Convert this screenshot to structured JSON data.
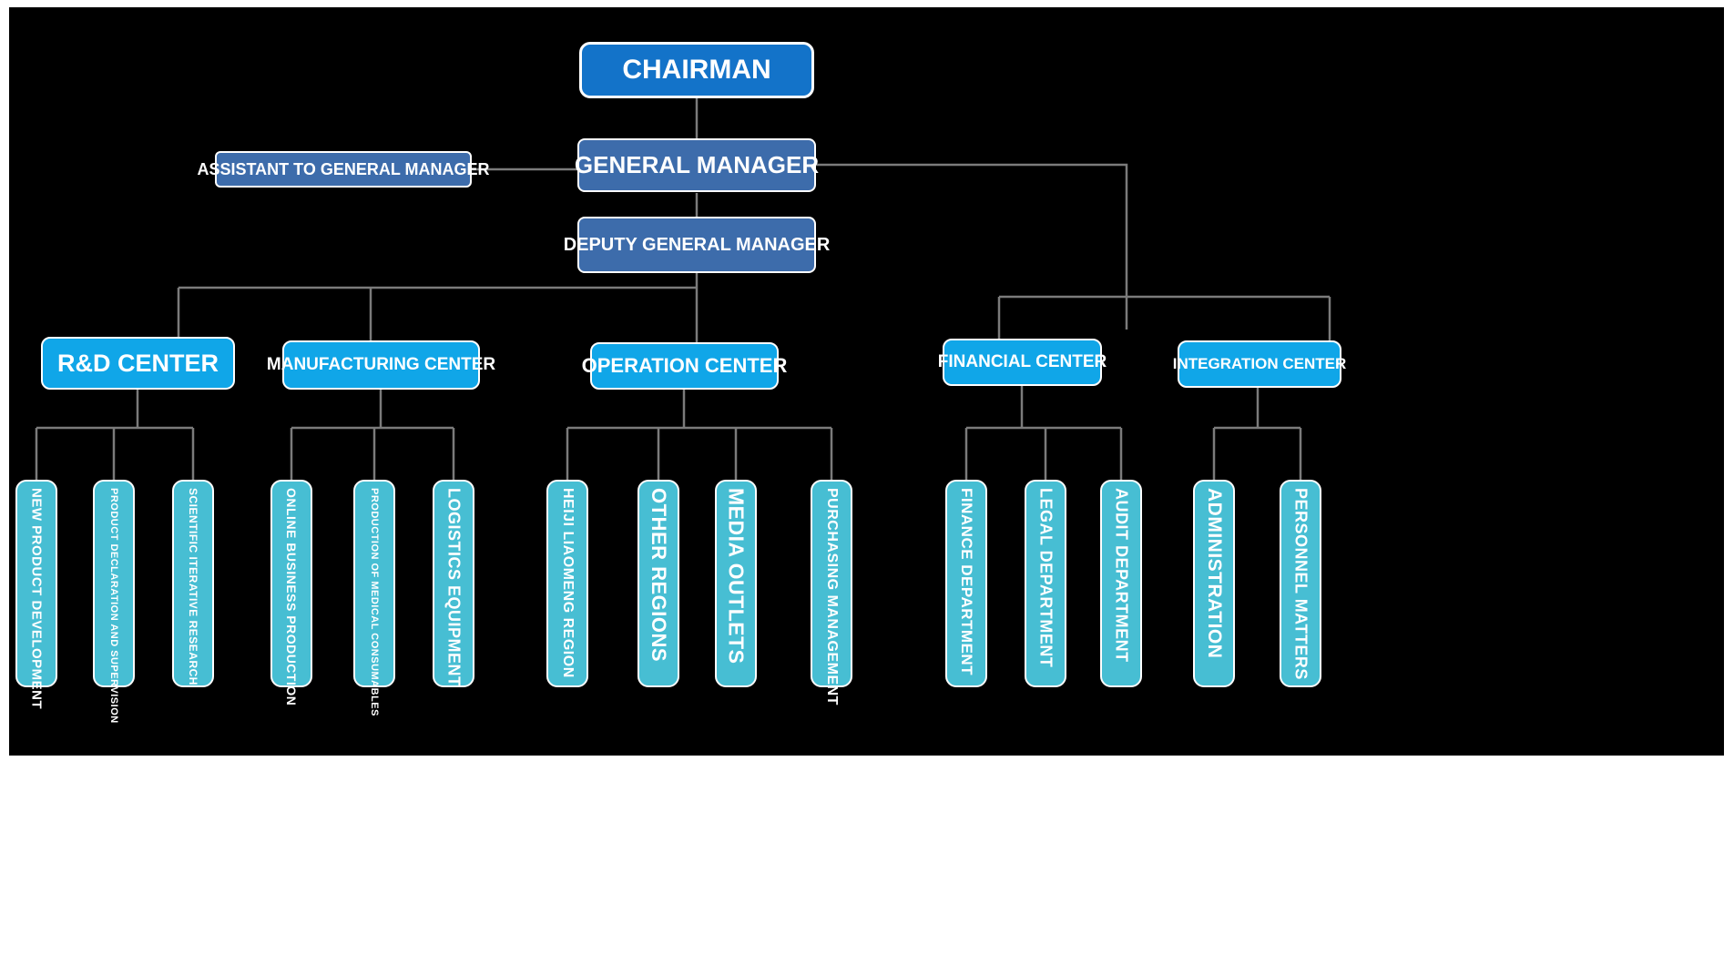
{
  "chart": {
    "chairman": "CHAIRMAN",
    "assistant": "ASSISTANT TO GENERAL MANAGER",
    "general_manager": "GENERAL MANAGER",
    "deputy_general_manager": "DEPUTY GENERAL MANAGER",
    "centers": [
      {
        "label": "R&D CENTER",
        "departments": [
          "NEW PRODUCT DEVELOPMENT",
          "PRODUCT DECLARATION AND SUPERVISION",
          "SCIENTIFIC ITERATIVE RESEARCH"
        ]
      },
      {
        "label": "MANUFACTURING CENTER",
        "departments": [
          "ONLINE BUSINESS PRODUCTION",
          "PRODUCTION OF MEDICAL CONSUMABLES",
          "LOGISTICS EQUIPMENT"
        ]
      },
      {
        "label": "OPERATION CENTER",
        "departments": [
          "HEIJI LIAOMENG REGION",
          "OTHER REGIONS",
          "MEDIA OUTLETS",
          "PURCHASING MANAGEMENT"
        ]
      },
      {
        "label": "FINANCIAL CENTER",
        "departments": [
          "FINANCE DEPARTMENT",
          "LEGAL DEPARTMENT",
          "AUDIT DEPARTMENT"
        ]
      },
      {
        "label": "INTEGRATION CENTER",
        "departments": [
          "ADMINISTRATION",
          "PERSONNEL MATTERS"
        ]
      }
    ],
    "colors": {
      "background": "#000000",
      "chairman_box": "#1373c9",
      "manager_box": "#3d6cab",
      "center_box": "#10a6e8",
      "department_box": "#47bed3",
      "connector_line": "#7b7b7b",
      "text": "#ffffff"
    }
  }
}
